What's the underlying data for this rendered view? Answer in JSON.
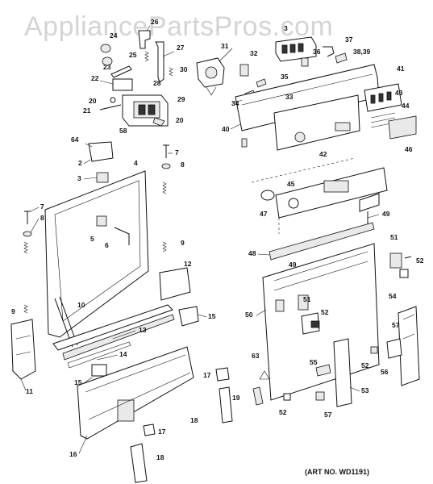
{
  "watermark": "AppliancePartsPros.com",
  "art_number": "(ART NO. WD1191)",
  "colors": {
    "line": "#111111",
    "watermark": "#d4d4d4",
    "background": "#ffffff"
  },
  "callouts": [
    {
      "id": "c26",
      "label": "26"
    },
    {
      "id": "c24",
      "label": "24"
    },
    {
      "id": "c25",
      "label": "25"
    },
    {
      "id": "c27",
      "label": "27"
    },
    {
      "id": "c23",
      "label": "23"
    },
    {
      "id": "c22",
      "label": "22"
    },
    {
      "id": "c28",
      "label": "28"
    },
    {
      "id": "c30",
      "label": "30"
    },
    {
      "id": "c20a",
      "label": "20"
    },
    {
      "id": "c21",
      "label": "21"
    },
    {
      "id": "c29",
      "label": "29"
    },
    {
      "id": "c58",
      "label": "58"
    },
    {
      "id": "c20b",
      "label": "20"
    },
    {
      "id": "c31",
      "label": "31"
    },
    {
      "id": "c3a",
      "label": "3"
    },
    {
      "id": "c37",
      "label": "37"
    },
    {
      "id": "c3839",
      "label": "38,39"
    },
    {
      "id": "c32",
      "label": "32"
    },
    {
      "id": "c36",
      "label": "36"
    },
    {
      "id": "c35",
      "label": "35"
    },
    {
      "id": "c41",
      "label": "41"
    },
    {
      "id": "c34",
      "label": "34"
    },
    {
      "id": "c33",
      "label": "33"
    },
    {
      "id": "c43",
      "label": "43"
    },
    {
      "id": "c44",
      "label": "44"
    },
    {
      "id": "c40",
      "label": "40"
    },
    {
      "id": "c42",
      "label": "42"
    },
    {
      "id": "c46",
      "label": "46"
    },
    {
      "id": "c64",
      "label": "64"
    },
    {
      "id": "c2",
      "label": "2"
    },
    {
      "id": "c7a",
      "label": "7"
    },
    {
      "id": "c8a",
      "label": "8"
    },
    {
      "id": "c3b",
      "label": "3"
    },
    {
      "id": "c4",
      "label": "4"
    },
    {
      "id": "c45",
      "label": "45"
    },
    {
      "id": "c7b",
      "label": "7"
    },
    {
      "id": "c8b",
      "label": "8"
    },
    {
      "id": "c47",
      "label": "47"
    },
    {
      "id": "c49a",
      "label": "49"
    },
    {
      "id": "c5",
      "label": "5"
    },
    {
      "id": "c6",
      "label": "6"
    },
    {
      "id": "c9a",
      "label": "9"
    },
    {
      "id": "c48",
      "label": "48"
    },
    {
      "id": "c49b",
      "label": "49"
    },
    {
      "id": "c51a",
      "label": "51"
    },
    {
      "id": "c52a",
      "label": "52"
    },
    {
      "id": "c12",
      "label": "12"
    },
    {
      "id": "c10",
      "label": "10"
    },
    {
      "id": "c9b",
      "label": "9"
    },
    {
      "id": "c15a",
      "label": "15"
    },
    {
      "id": "c50",
      "label": "50"
    },
    {
      "id": "c51b",
      "label": "51"
    },
    {
      "id": "c52b",
      "label": "52"
    },
    {
      "id": "c54",
      "label": "54"
    },
    {
      "id": "c13",
      "label": "13"
    },
    {
      "id": "c57a",
      "label": "57"
    },
    {
      "id": "c14",
      "label": "14"
    },
    {
      "id": "c63",
      "label": "63"
    },
    {
      "id": "c55",
      "label": "55"
    },
    {
      "id": "c52c",
      "label": "52"
    },
    {
      "id": "c56",
      "label": "56"
    },
    {
      "id": "c11",
      "label": "11"
    },
    {
      "id": "c15b",
      "label": "15"
    },
    {
      "id": "c17a",
      "label": "17"
    },
    {
      "id": "c53",
      "label": "53"
    },
    {
      "id": "c19",
      "label": "19"
    },
    {
      "id": "c18a",
      "label": "18"
    },
    {
      "id": "c52d",
      "label": "52"
    },
    {
      "id": "c57b",
      "label": "57"
    },
    {
      "id": "c16",
      "label": "16"
    },
    {
      "id": "c17b",
      "label": "17"
    },
    {
      "id": "c18b",
      "label": "18"
    }
  ]
}
